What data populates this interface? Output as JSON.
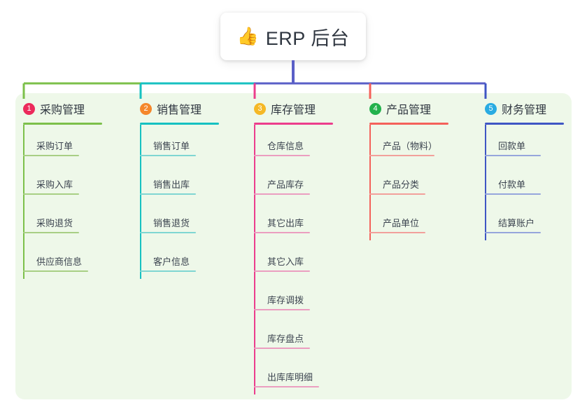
{
  "root": {
    "icon": "thumbs-up-icon",
    "emoji": "👍",
    "title": "ERP 后台"
  },
  "theme": {
    "page_background": "#ffffff",
    "panel_background": "#eef8e9",
    "card_background": "#ffffff",
    "text_color": "#2f3640",
    "bus_color": "#5a5fc7"
  },
  "columns": [
    {
      "number": "1",
      "title": "采购管理",
      "badge_color": "#ec2a5b",
      "line_color": "#7cc04a",
      "leaf_line_color": "#a8cf84",
      "items": [
        {
          "label": "采购订单"
        },
        {
          "label": "采购入库"
        },
        {
          "label": "采购退货"
        },
        {
          "label": "供应商信息",
          "wide": true
        }
      ]
    },
    {
      "number": "2",
      "title": "销售管理",
      "badge_color": "#f5872b",
      "line_color": "#16c1c1",
      "leaf_line_color": "#7fd6d2",
      "items": [
        {
          "label": "销售订单"
        },
        {
          "label": "销售出库"
        },
        {
          "label": "销售退货"
        },
        {
          "label": "客户信息"
        }
      ]
    },
    {
      "number": "3",
      "title": "库存管理",
      "badge_color": "#f5b826",
      "line_color": "#ec3d8c",
      "leaf_line_color": "#eb9ec0",
      "items": [
        {
          "label": "仓库信息"
        },
        {
          "label": "产品库存"
        },
        {
          "label": "其它出库"
        },
        {
          "label": "其它入库"
        },
        {
          "label": "库存调拨"
        },
        {
          "label": "库存盘点"
        },
        {
          "label": "出库库明细",
          "wide": true
        }
      ]
    },
    {
      "number": "4",
      "title": "产品管理",
      "badge_color": "#22b14c",
      "line_color": "#f4615a",
      "leaf_line_color": "#f2a09b",
      "items": [
        {
          "label": "产品（物料）",
          "wide": true
        },
        {
          "label": "产品分类"
        },
        {
          "label": "产品单位"
        }
      ]
    },
    {
      "number": "5",
      "title": "财务管理",
      "badge_color": "#29abe2",
      "line_color": "#3f56c4",
      "leaf_line_color": "#96a6dc",
      "items": [
        {
          "label": "回款单"
        },
        {
          "label": "付款单"
        },
        {
          "label": "结算账户"
        }
      ]
    }
  ],
  "diagram_data": {
    "type": "tree",
    "orientation": "top-down",
    "root_label": "👍 ERP 后台",
    "branch_count": 5,
    "leaf_total": 21
  }
}
